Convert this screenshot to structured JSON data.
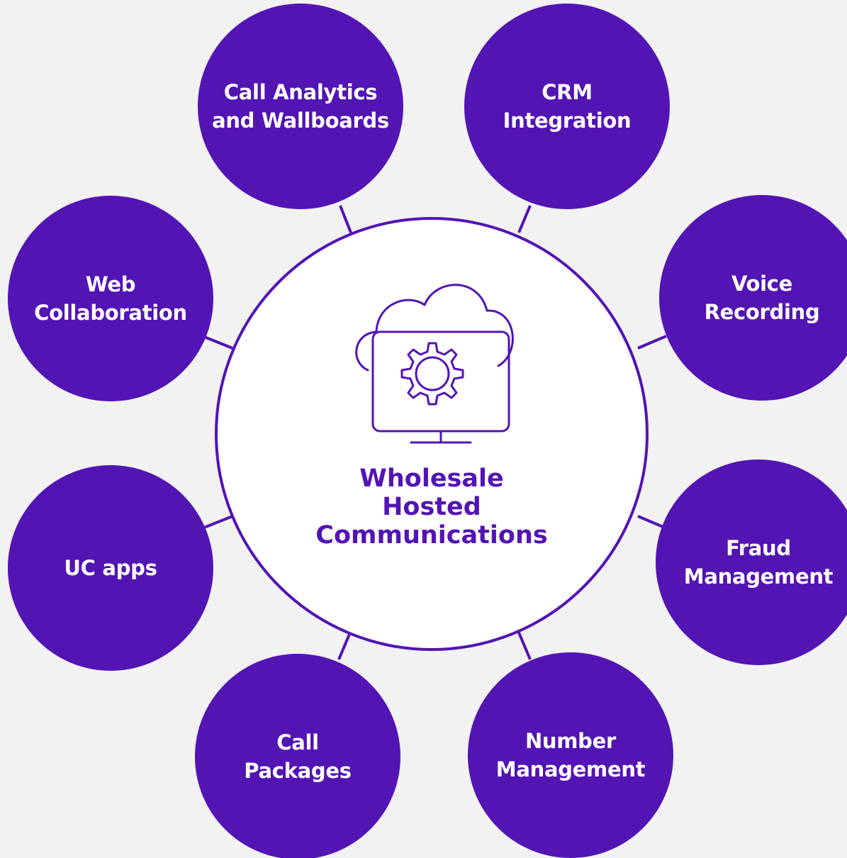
{
  "colors": {
    "accent": "#5314b4",
    "background": "#f2f2f2",
    "hub_fill": "#ffffff"
  },
  "hub": {
    "icon": "cloud-monitor-gear-icon",
    "title": "Wholesale\nHosted\nCommunications"
  },
  "satellites": {
    "call_analytics": "Call Analytics\nand Wallboards",
    "crm": "CRM\nIntegration",
    "voice_recording": "Voice\nRecording",
    "fraud": "Fraud\nManagement",
    "number_management": "Number\nManagement",
    "call_packages": "Call\nPackages",
    "uc_apps": "UC apps",
    "web_collab": "Web\nCollaboration"
  }
}
